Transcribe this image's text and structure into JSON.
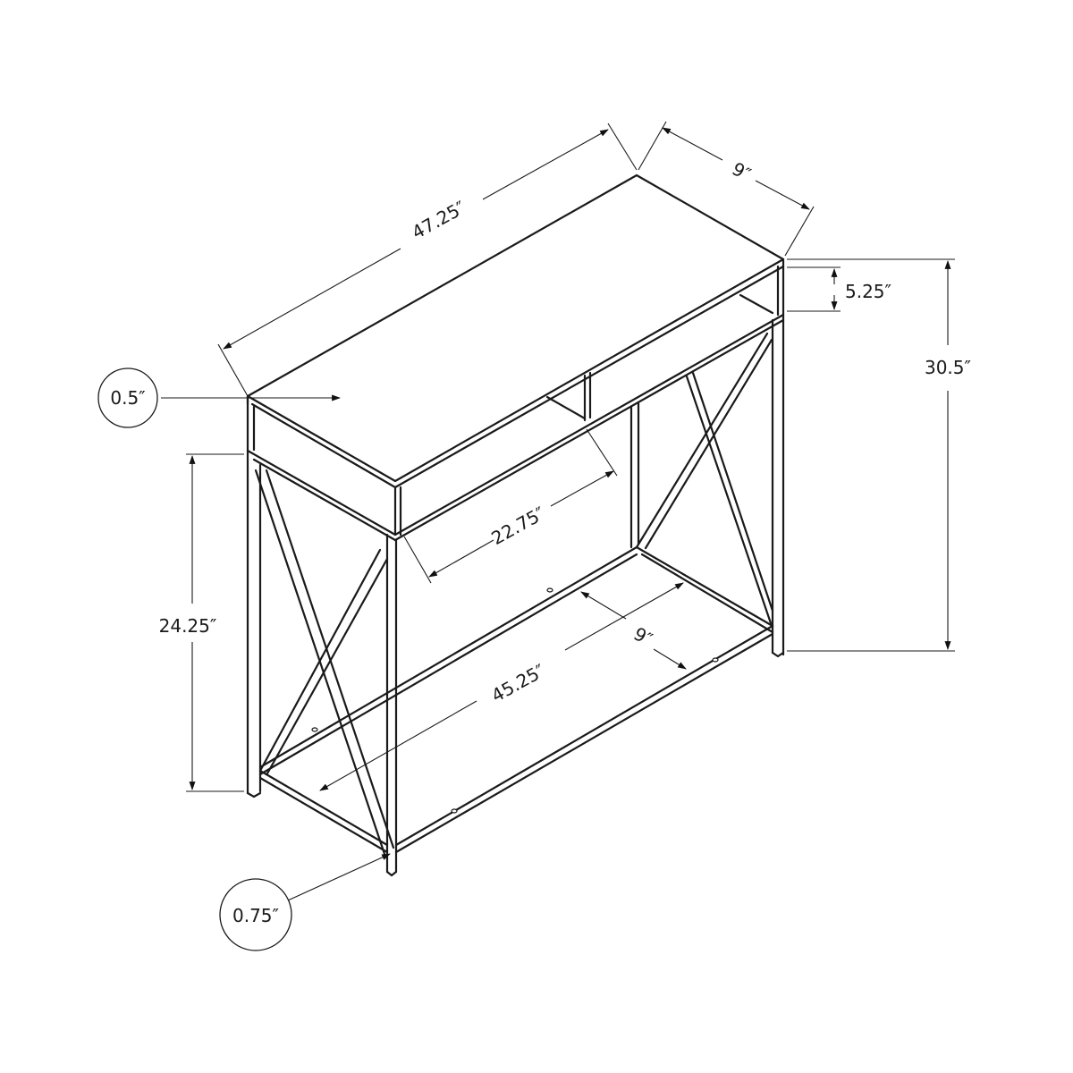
{
  "diagram": {
    "subject": "Console table line drawing with dimensions",
    "line_color": "#1a1a1a",
    "background": "#ffffff",
    "dimensions": {
      "overall_width": "47.25″",
      "overall_depth": "9″",
      "drawer_opening_height": "5.25″",
      "overall_height": "30.5″",
      "top_thickness": "0.5″",
      "leg_height": "24.25″",
      "shelf_opening_width": "22.75″",
      "shelf_depth": "9″",
      "shelf_width": "45.25″",
      "leg_thickness": "0.75″"
    }
  }
}
